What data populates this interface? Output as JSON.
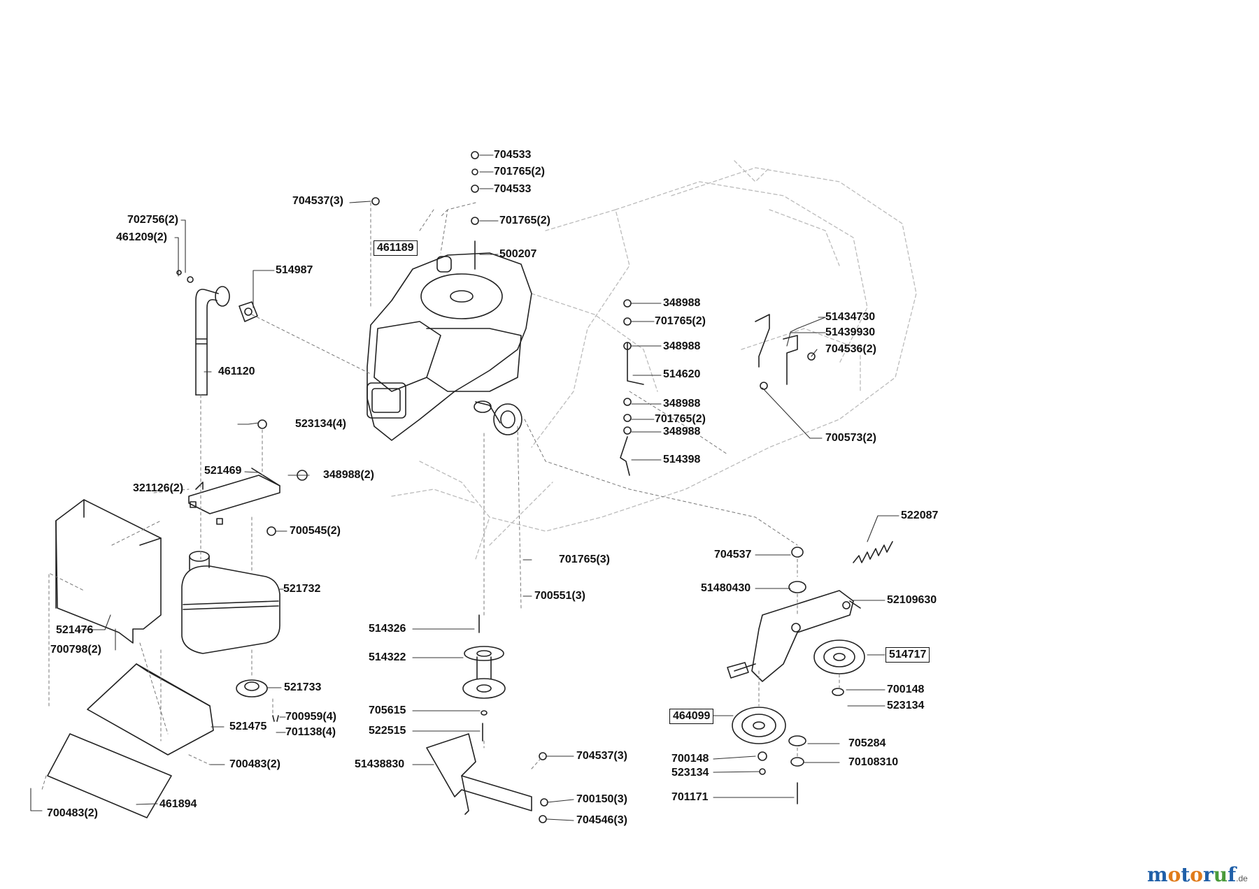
{
  "diagram": {
    "title": "",
    "labels": [
      {
        "text": "704533"
      },
      {
        "text": "701765(2)"
      },
      {
        "text": "704533"
      },
      {
        "text": "704537(3)"
      },
      {
        "text": "701765(2)"
      },
      {
        "text": "702756(2)"
      },
      {
        "text": "461209(2)"
      },
      {
        "text": "461189",
        "boxed": true
      },
      {
        "text": "500207"
      },
      {
        "text": "514987"
      },
      {
        "text": "348988"
      },
      {
        "text": "701765(2)"
      },
      {
        "text": "51434730"
      },
      {
        "text": "51439930"
      },
      {
        "text": "348988"
      },
      {
        "text": "704536(2)"
      },
      {
        "text": "461120"
      },
      {
        "text": "514620"
      },
      {
        "text": "348988"
      },
      {
        "text": "701765(2)"
      },
      {
        "text": "523134(4)"
      },
      {
        "text": "348988"
      },
      {
        "text": "700573(2)"
      },
      {
        "text": "514398"
      },
      {
        "text": "521469"
      },
      {
        "text": "348988(2)"
      },
      {
        "text": "321126(2)"
      },
      {
        "text": "700545(2)"
      },
      {
        "text": "522087"
      },
      {
        "text": "704537"
      },
      {
        "text": "701765(3)"
      },
      {
        "text": "51480430"
      },
      {
        "text": "521732"
      },
      {
        "text": "700551(3)"
      },
      {
        "text": "52109630"
      },
      {
        "text": "521476"
      },
      {
        "text": "514326"
      },
      {
        "text": "700798(2)"
      },
      {
        "text": "514322"
      },
      {
        "text": "514717",
        "boxed": true
      },
      {
        "text": "521733"
      },
      {
        "text": "700148"
      },
      {
        "text": "523134"
      },
      {
        "text": "705615"
      },
      {
        "text": "700959(4)"
      },
      {
        "text": "464099",
        "boxed": true
      },
      {
        "text": "521475"
      },
      {
        "text": "522515"
      },
      {
        "text": "701138(4)"
      },
      {
        "text": "705284"
      },
      {
        "text": "51438830"
      },
      {
        "text": "704537(3)"
      },
      {
        "text": "700148"
      },
      {
        "text": "70108310"
      },
      {
        "text": "700483(2)"
      },
      {
        "text": "523134"
      },
      {
        "text": "461894"
      },
      {
        "text": "700150(3)"
      },
      {
        "text": "701171"
      },
      {
        "text": "700483(2)"
      },
      {
        "text": "704546(3)"
      }
    ]
  },
  "watermark": {
    "letters": [
      {
        "ch": "m",
        "color": "#1f5fa8"
      },
      {
        "ch": "o",
        "color": "#e07b1a"
      },
      {
        "ch": "t",
        "color": "#1f5fa8"
      },
      {
        "ch": "o",
        "color": "#e07b1a"
      },
      {
        "ch": "r",
        "color": "#1f5fa8"
      },
      {
        "ch": "u",
        "color": "#4a9a3a"
      },
      {
        "ch": "f",
        "color": "#1f5fa8"
      }
    ],
    "domain": ".de"
  }
}
